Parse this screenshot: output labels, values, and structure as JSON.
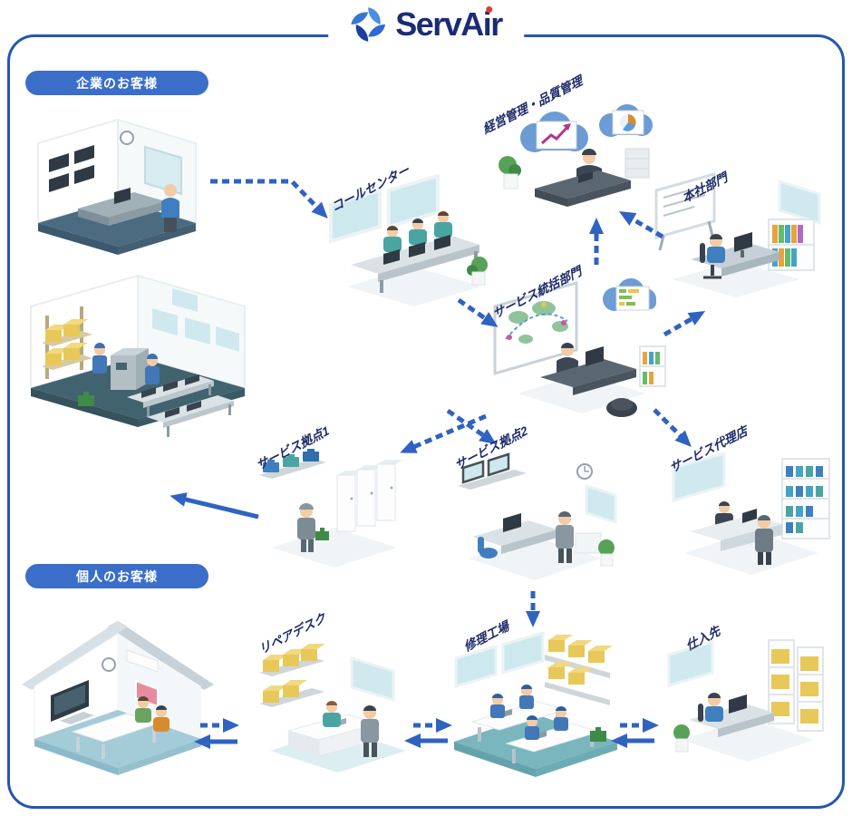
{
  "header": {
    "logo_text": "ServAir",
    "logo_icon": "pinwheel-swirl-icon",
    "logo_text_color": "#1a2c74",
    "logo_dot_color": "#e03a2e"
  },
  "groups": {
    "corporate": {
      "label": "企業のお客様"
    },
    "individual": {
      "label": "個人のお客様"
    }
  },
  "nodes": {
    "call_center": {
      "label": "コールセンター"
    },
    "management": {
      "label": "経営管理・品質管理"
    },
    "headquarters": {
      "label": "本社部門"
    },
    "service_hq": {
      "label": "サービス統括部門"
    },
    "base1": {
      "label": "サービス拠点1"
    },
    "base2": {
      "label": "サービス拠点2"
    },
    "agency": {
      "label": "サービス代理店"
    },
    "repair_desk": {
      "label": "リペアデスク"
    },
    "repair_factory": {
      "label": "修理工場"
    },
    "supplier": {
      "label": "仕入先"
    }
  },
  "connections": [
    {
      "from": "corporate-customer",
      "to": "call-center",
      "style": "dashed"
    },
    {
      "from": "call-center",
      "to": "service-hq",
      "style": "dashed"
    },
    {
      "from": "service-hq",
      "to": "management",
      "style": "dashed"
    },
    {
      "from": "headquarters",
      "to": "management",
      "style": "dashed"
    },
    {
      "from": "service-hq",
      "to": "headquarters",
      "style": "dashed"
    },
    {
      "from": "service-hq",
      "to": "base1",
      "style": "dashed"
    },
    {
      "from": "service-hq",
      "to": "base2",
      "style": "dashed"
    },
    {
      "from": "service-hq",
      "to": "agency",
      "style": "dashed"
    },
    {
      "from": "base1",
      "to": "corporate-factory",
      "style": "solid"
    },
    {
      "from": "base2",
      "to": "repair-factory",
      "style": "dashed"
    },
    {
      "from": "home",
      "to": "repair-desk",
      "style": "dashed"
    },
    {
      "from": "repair-desk",
      "to": "home",
      "style": "solid"
    },
    {
      "from": "repair-desk",
      "to": "repair-factory",
      "style": "dashed"
    },
    {
      "from": "repair-factory",
      "to": "repair-desk",
      "style": "solid"
    },
    {
      "from": "repair-factory",
      "to": "supplier",
      "style": "dashed"
    },
    {
      "from": "supplier",
      "to": "repair-factory",
      "style": "solid"
    }
  ],
  "colors": {
    "frame_border": "#2456b4",
    "pill_background": "#3a6ec8",
    "pill_text": "#ffffff",
    "node_label_text": "#1d2a69",
    "arrow": "#2f62c2"
  }
}
